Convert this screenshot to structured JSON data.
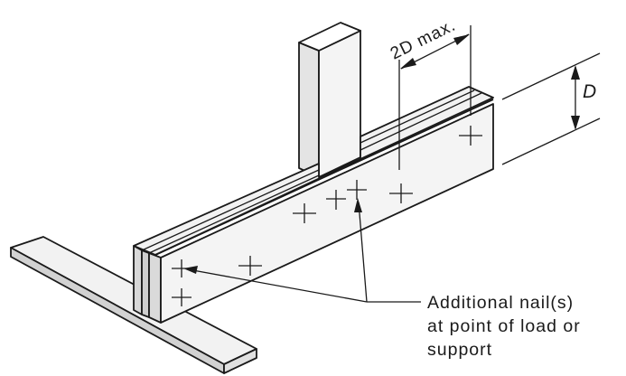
{
  "diagram": {
    "dimension_spacing": "2D max.",
    "dimension_depth": "D",
    "callout_lines": [
      "Additional nail(s)",
      "at point of load or",
      "support"
    ]
  },
  "colors": {
    "line": "#1a1a1a",
    "face_light": "#f2f2f2",
    "face_mid": "#e2e2e2",
    "face_dark": "#cfcfcf",
    "background": "#ffffff"
  }
}
